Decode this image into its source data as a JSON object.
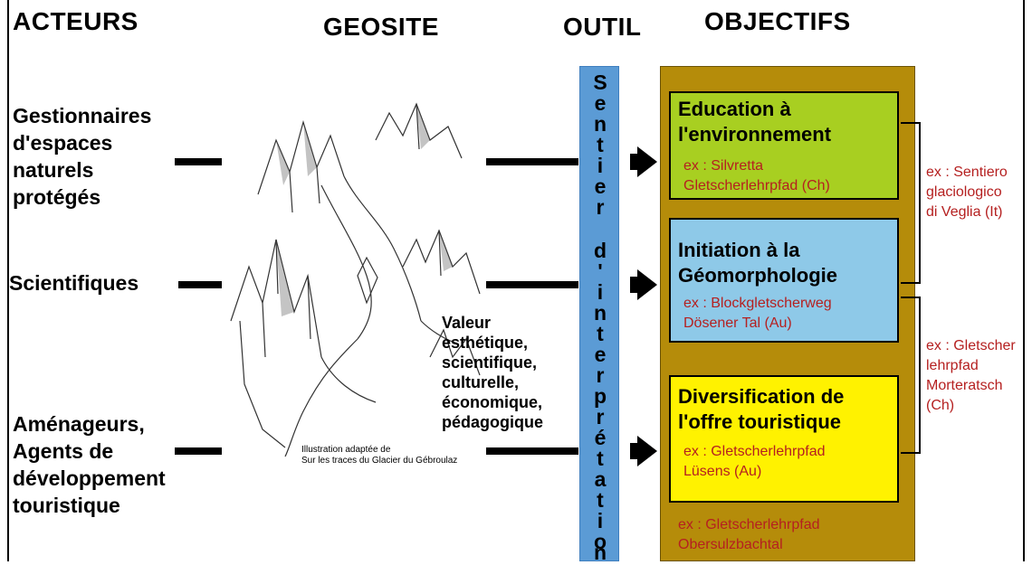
{
  "headers": {
    "actors": "ACTEURS",
    "geosite": "GEOSITE",
    "tool": "OUTIL",
    "objectives": "OBJECTIFS"
  },
  "actors": [
    {
      "lines": [
        "Gestionnaires",
        "d'espaces",
        "naturels",
        "protégés"
      ]
    },
    {
      "lines": [
        "Scientifiques"
      ]
    },
    {
      "lines": [
        "Aménageurs,",
        "Agents de",
        "développement",
        "touristique"
      ]
    }
  ],
  "tool": {
    "letters": [
      "S",
      "e",
      "n",
      "t",
      "i",
      "e",
      "r",
      "",
      "d",
      "'",
      "i",
      "n",
      "t",
      "e",
      "r",
      "p",
      "r",
      "é",
      "t",
      "a",
      "t",
      "i",
      "o",
      "n"
    ],
    "color": "#5b9bd5"
  },
  "values_text": [
    "Valeur",
    "esthétique,",
    "scientifique,",
    "culturelle,",
    "économique,",
    "pédagogique"
  ],
  "caption": [
    "Illustration adaptée de",
    "Sur les traces du Glacier du Gébroulaz"
  ],
  "goals": [
    {
      "title": [
        "Education à",
        "l'environnement"
      ],
      "example": [
        "ex : Silvretta",
        "Gletscherlehrpfad (Ch)"
      ],
      "color": "#a8cf21"
    },
    {
      "title": [
        "Initiation à la",
        "Géomorphologie"
      ],
      "example": [
        "ex : Blockgletscherweg",
        "Dösener Tal (Au)"
      ],
      "color": "#8ec9e8"
    },
    {
      "title": [
        "Diversification de",
        "l'offre touristique"
      ],
      "example": [
        "ex : Gletscherlehrpfad",
        "Lüsens (Au)"
      ],
      "color": "#fff200"
    }
  ],
  "bottom_example": [
    "ex : Gletscherlehrpfad",
    "Obersulzbachtal"
  ],
  "side_examples": [
    [
      "ex : Sentiero",
      "glaciologico",
      "di Veglia (It)"
    ],
    [
      "ex : Gletscher",
      "lehrpfad",
      "Morteratsch",
      "(Ch)"
    ]
  ],
  "colors": {
    "outer_box": "#b58c0a",
    "example_text": "#b52020"
  }
}
